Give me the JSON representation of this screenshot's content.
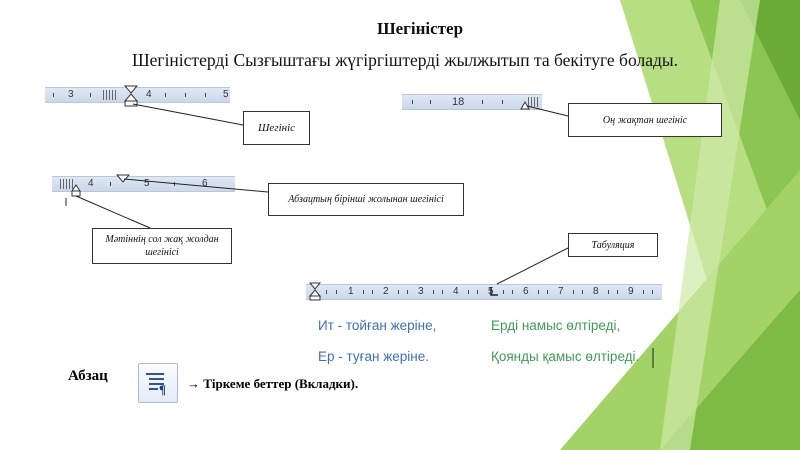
{
  "slide": {
    "title": "Шегіністер",
    "subtitle": "Шегіністерді Сызғыштағы жүгіргіштерді жылжытып та бекітуге болады."
  },
  "rulers": {
    "top_left": [
      "3",
      "4",
      "5"
    ],
    "top_right": [
      "18"
    ],
    "middle_left": [
      "4",
      "5",
      "6"
    ],
    "bottom": [
      "1",
      "2",
      "3",
      "4",
      "5",
      "6",
      "7",
      "8",
      "9"
    ]
  },
  "callouts": {
    "indent": "Шегініс",
    "right_indent": "Оң жақтан шегініс",
    "first_line": "Абзацтың бірінші жолынан шегінісі",
    "left_indent": "Мәтіннің сол жақ жолдан шегінісі",
    "tabulation": "Табуляция"
  },
  "sample_text": {
    "line1_left": "Ит - тойған жеріне,",
    "line1_right": "Ерді намыс өлтіреді,",
    "line2_left": "Ер - туған жеріне.",
    "line2_right": "Қоянды қамыс өлтіреді."
  },
  "footer": {
    "label": "Абзац",
    "icon": "paragraph-icon",
    "text": "→ Тіркеме беттер (Вкладки)."
  },
  "colors": {
    "green_light": "#a5d46a",
    "green_dark": "#6fb23a",
    "text_green": "#3e9c56",
    "text_blue": "#3e6fba"
  }
}
